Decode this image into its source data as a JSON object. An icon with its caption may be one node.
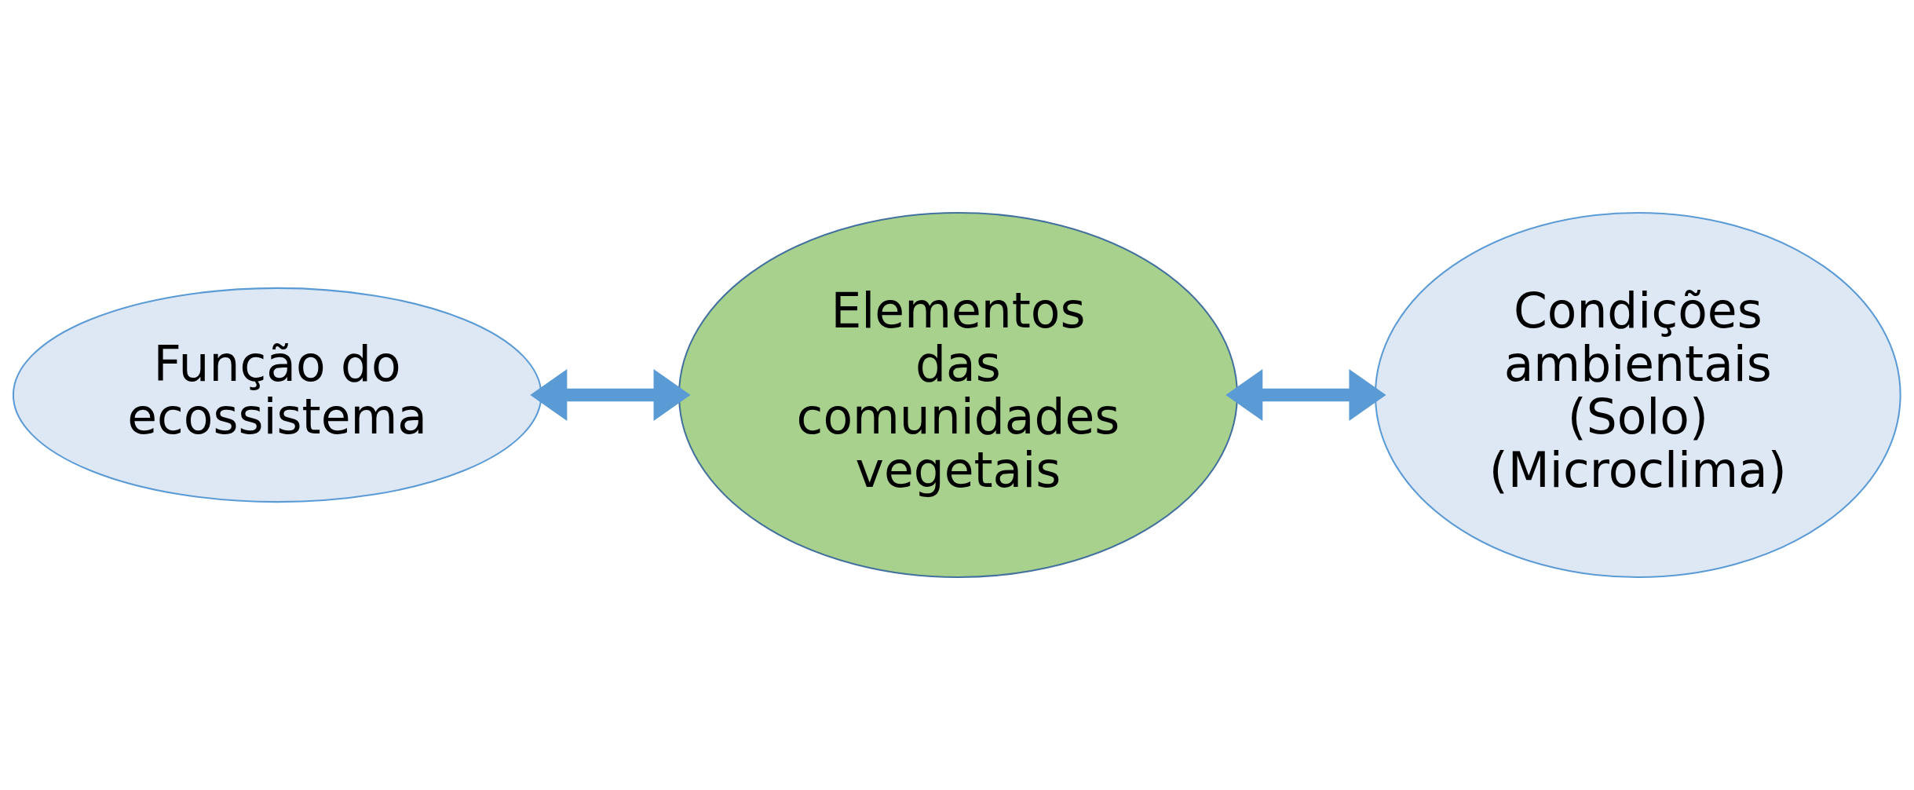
{
  "diagram": {
    "nodes": [
      {
        "text": [
          "Condições ambientais (Solo) (Microclima)"
        ]
      },
      {
        "text": [
          "Elementos das comunidades vegetais"
        ]
      },
      {
        "text": [
          "Função do ecossistema"
        ]
      }
    ],
    "edges": [
      {
        "from": 1,
        "to": 0,
        "arrow": "both"
      },
      {
        "from": 2,
        "to": 1,
        "arrow": "both"
      }
    ]
  }
}
